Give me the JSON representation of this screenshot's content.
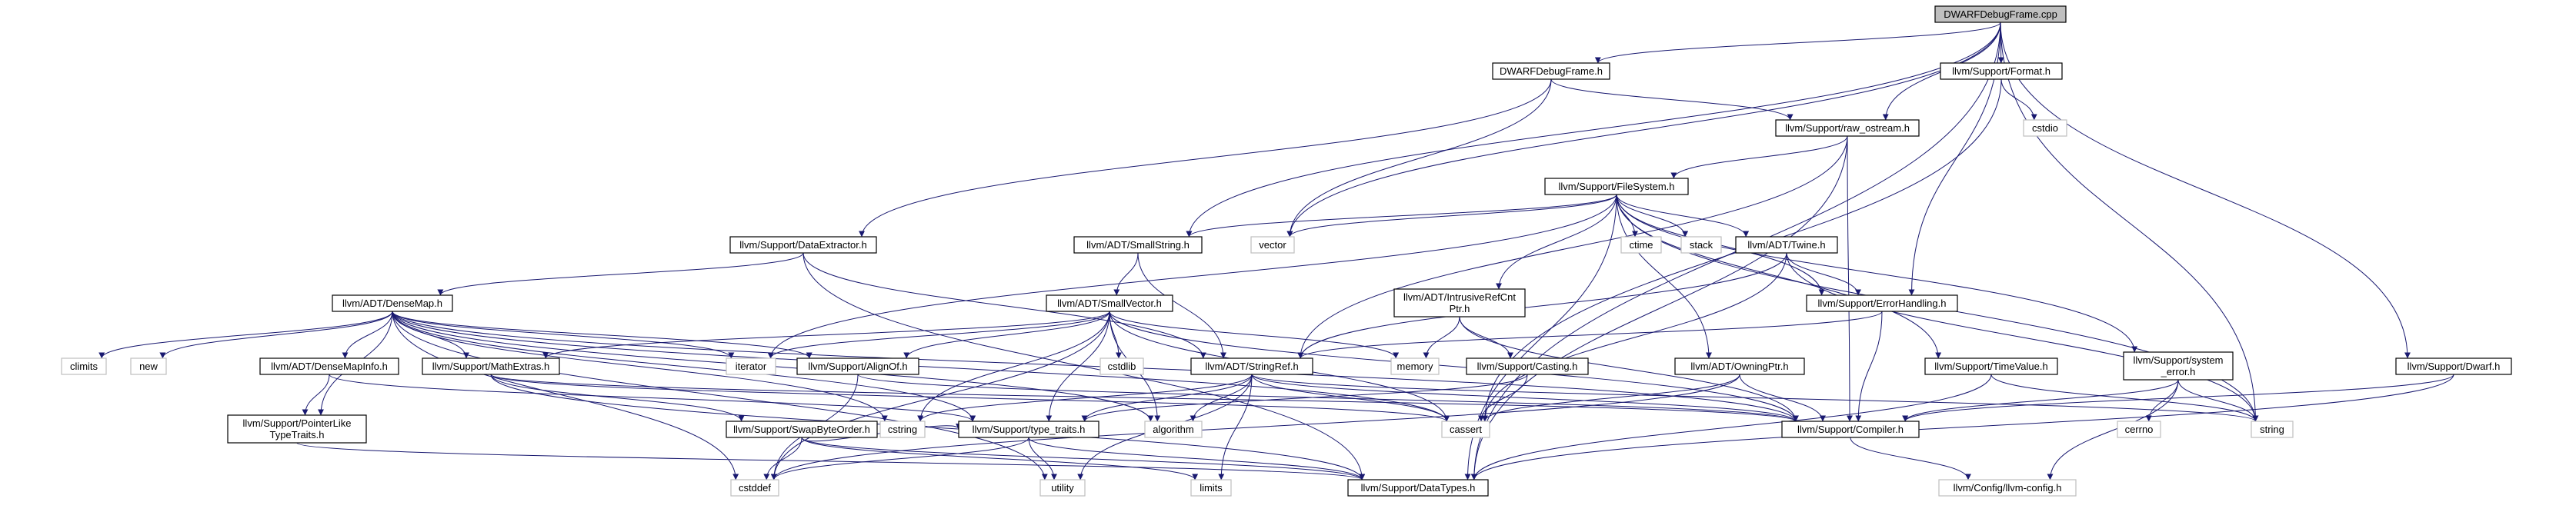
{
  "root": "DWARFDebugFrame.cpp",
  "nodes": {
    "root": {
      "label": [
        "DWARFDebugFrame.cpp"
      ],
      "system": false,
      "root": true
    },
    "dwarfdebugframe_h": {
      "label": [
        "DWARFDebugFrame.h"
      ],
      "system": false
    },
    "format_h": {
      "label": [
        "llvm/Support/Format.h"
      ],
      "system": false
    },
    "cstdio": {
      "label": [
        "cstdio"
      ],
      "system": true
    },
    "raw_ostream_h": {
      "label": [
        "llvm/Support/raw_ostream.h"
      ],
      "system": false
    },
    "filesystem_h": {
      "label": [
        "llvm/Support/FileSystem.h"
      ],
      "system": false
    },
    "dataextractor_h": {
      "label": [
        "llvm/Support/DataExtractor.h"
      ],
      "system": false
    },
    "smallstring_h": {
      "label": [
        "llvm/ADT/SmallString.h"
      ],
      "system": false
    },
    "vector": {
      "label": [
        "vector"
      ],
      "system": true
    },
    "ctime": {
      "label": [
        "ctime"
      ],
      "system": true
    },
    "stack": {
      "label": [
        "stack"
      ],
      "system": true
    },
    "twine_h": {
      "label": [
        "llvm/ADT/Twine.h"
      ],
      "system": false
    },
    "densemap_h": {
      "label": [
        "llvm/ADT/DenseMap.h"
      ],
      "system": false
    },
    "smallvector_h": {
      "label": [
        "llvm/ADT/SmallVector.h"
      ],
      "system": false
    },
    "intrusiverefcntptr_h": {
      "label": [
        "llvm/ADT/IntrusiveRefCnt",
        "Ptr.h"
      ],
      "system": false
    },
    "errorhandling_h": {
      "label": [
        "llvm/Support/ErrorHandling.h"
      ],
      "system": false
    },
    "climits": {
      "label": [
        "climits"
      ],
      "system": true
    },
    "new": {
      "label": [
        "new"
      ],
      "system": true
    },
    "densemapinfo_h": {
      "label": [
        "llvm/ADT/DenseMapInfo.h"
      ],
      "system": false
    },
    "mathextras_h": {
      "label": [
        "llvm/Support/MathExtras.h"
      ],
      "system": false
    },
    "iterator": {
      "label": [
        "iterator"
      ],
      "system": true
    },
    "alignof_h": {
      "label": [
        "llvm/Support/AlignOf.h"
      ],
      "system": false
    },
    "cstdlib": {
      "label": [
        "cstdlib"
      ],
      "system": true
    },
    "stringref_h": {
      "label": [
        "llvm/ADT/StringRef.h"
      ],
      "system": false
    },
    "memory": {
      "label": [
        "memory"
      ],
      "system": true
    },
    "casting_h": {
      "label": [
        "llvm/Support/Casting.h"
      ],
      "system": false
    },
    "owningptr_h": {
      "label": [
        "llvm/ADT/OwningPtr.h"
      ],
      "system": false
    },
    "timevalue_h": {
      "label": [
        "llvm/Support/TimeValue.h"
      ],
      "system": false
    },
    "system_error_h": {
      "label": [
        "llvm/Support/system",
        "_error.h"
      ],
      "system": false
    },
    "dwarf_h": {
      "label": [
        "llvm/Support/Dwarf.h"
      ],
      "system": false
    },
    "pointerliketypetraits_h": {
      "label": [
        "llvm/Support/PointerLike",
        "TypeTraits.h"
      ],
      "system": false
    },
    "swapbyteorder_h": {
      "label": [
        "llvm/Support/SwapByteOrder.h"
      ],
      "system": false
    },
    "cstring": {
      "label": [
        "cstring"
      ],
      "system": true
    },
    "type_traits_h": {
      "label": [
        "llvm/Support/type_traits.h"
      ],
      "system": false
    },
    "algorithm": {
      "label": [
        "algorithm"
      ],
      "system": true
    },
    "cassert": {
      "label": [
        "cassert"
      ],
      "system": true
    },
    "compiler_h": {
      "label": [
        "llvm/Support/Compiler.h"
      ],
      "system": false
    },
    "cerrno": {
      "label": [
        "cerrno"
      ],
      "system": true
    },
    "string": {
      "label": [
        "string"
      ],
      "system": true
    },
    "cstddef": {
      "label": [
        "cstddef"
      ],
      "system": true
    },
    "utility": {
      "label": [
        "utility"
      ],
      "system": true
    },
    "limits": {
      "label": [
        "limits"
      ],
      "system": true
    },
    "datatypes_h": {
      "label": [
        "llvm/Support/DataTypes.h"
      ],
      "system": false
    },
    "llvm_config_h": {
      "label": [
        "llvm/Config/llvm-config.h"
      ],
      "system": true
    }
  },
  "edges": [
    [
      "root",
      "dwarfdebugframe_h"
    ],
    [
      "root",
      "format_h"
    ],
    [
      "root",
      "raw_ostream_h"
    ],
    [
      "root",
      "vector"
    ],
    [
      "root",
      "smallstring_h"
    ],
    [
      "root",
      "errorhandling_h"
    ],
    [
      "root",
      "dwarf_h"
    ],
    [
      "root",
      "string"
    ],
    [
      "root",
      "datatypes_h"
    ],
    [
      "dwarfdebugframe_h",
      "dataextractor_h"
    ],
    [
      "dwarfdebugframe_h",
      "raw_ostream_h"
    ],
    [
      "dwarfdebugframe_h",
      "vector"
    ],
    [
      "format_h",
      "cstdio"
    ],
    [
      "format_h",
      "cassert"
    ],
    [
      "raw_ostream_h",
      "filesystem_h"
    ],
    [
      "raw_ostream_h",
      "stringref_h"
    ],
    [
      "raw_ostream_h",
      "compiler_h"
    ],
    [
      "raw_ostream_h",
      "datatypes_h"
    ],
    [
      "filesystem_h",
      "smallstring_h"
    ],
    [
      "filesystem_h",
      "vector"
    ],
    [
      "filesystem_h",
      "ctime"
    ],
    [
      "filesystem_h",
      "stack"
    ],
    [
      "filesystem_h",
      "twine_h"
    ],
    [
      "filesystem_h",
      "intrusiverefcntptr_h"
    ],
    [
      "filesystem_h",
      "errorhandling_h"
    ],
    [
      "filesystem_h",
      "owningptr_h"
    ],
    [
      "filesystem_h",
      "timevalue_h"
    ],
    [
      "filesystem_h",
      "system_error_h"
    ],
    [
      "filesystem_h",
      "iterator"
    ],
    [
      "filesystem_h",
      "string"
    ],
    [
      "filesystem_h",
      "datatypes_h"
    ],
    [
      "dataextractor_h",
      "densemap_h"
    ],
    [
      "dataextractor_h",
      "stringref_h"
    ],
    [
      "dataextractor_h",
      "datatypes_h"
    ],
    [
      "smallstring_h",
      "smallvector_h"
    ],
    [
      "smallstring_h",
      "stringref_h"
    ],
    [
      "twine_h",
      "stringref_h"
    ],
    [
      "twine_h",
      "errorhandling_h"
    ],
    [
      "twine_h",
      "cassert"
    ],
    [
      "twine_h",
      "string"
    ],
    [
      "densemap_h",
      "climits"
    ],
    [
      "densemap_h",
      "new"
    ],
    [
      "densemap_h",
      "densemapinfo_h"
    ],
    [
      "densemap_h",
      "mathextras_h"
    ],
    [
      "densemap_h",
      "iterator"
    ],
    [
      "densemap_h",
      "alignof_h"
    ],
    [
      "densemap_h",
      "pointerliketypetraits_h"
    ],
    [
      "densemap_h",
      "type_traits_h"
    ],
    [
      "densemap_h",
      "cstring"
    ],
    [
      "densemap_h",
      "algorithm"
    ],
    [
      "densemap_h",
      "cassert"
    ],
    [
      "densemap_h",
      "cstddef"
    ],
    [
      "densemap_h",
      "utility"
    ],
    [
      "densemap_h",
      "compiler_h"
    ],
    [
      "smallvector_h",
      "alignof_h"
    ],
    [
      "smallvector_h",
      "mathextras_h"
    ],
    [
      "smallvector_h",
      "type_traits_h"
    ],
    [
      "smallvector_h",
      "algorithm"
    ],
    [
      "smallvector_h",
      "cassert"
    ],
    [
      "smallvector_h",
      "cstddef"
    ],
    [
      "smallvector_h",
      "cstdlib"
    ],
    [
      "smallvector_h",
      "cstring"
    ],
    [
      "smallvector_h",
      "iterator"
    ],
    [
      "smallvector_h",
      "memory"
    ],
    [
      "smallvector_h",
      "compiler_h"
    ],
    [
      "intrusiverefcntptr_h",
      "memory"
    ],
    [
      "intrusiverefcntptr_h",
      "casting_h"
    ],
    [
      "intrusiverefcntptr_h",
      "compiler_h"
    ],
    [
      "errorhandling_h",
      "compiler_h"
    ],
    [
      "errorhandling_h",
      "stringref_h"
    ],
    [
      "densemapinfo_h",
      "pointerliketypetraits_h"
    ],
    [
      "densemapinfo_h",
      "type_traits_h"
    ],
    [
      "mathextras_h",
      "swapbyteorder_h"
    ],
    [
      "mathextras_h",
      "datatypes_h"
    ],
    [
      "mathextras_h",
      "cassert"
    ],
    [
      "mathextras_h",
      "compiler_h"
    ],
    [
      "alignof_h",
      "compiler_h"
    ],
    [
      "alignof_h",
      "cstddef"
    ],
    [
      "stringref_h",
      "type_traits_h"
    ],
    [
      "stringref_h",
      "algorithm"
    ],
    [
      "stringref_h",
      "cassert"
    ],
    [
      "stringref_h",
      "cstring"
    ],
    [
      "stringref_h",
      "limits"
    ],
    [
      "stringref_h",
      "string"
    ],
    [
      "stringref_h",
      "utility"
    ],
    [
      "stringref_h",
      "compiler_h"
    ],
    [
      "casting_h",
      "type_traits_h"
    ],
    [
      "casting_h",
      "cassert"
    ],
    [
      "owningptr_h",
      "compiler_h"
    ],
    [
      "owningptr_h",
      "cassert"
    ],
    [
      "owningptr_h",
      "cstddef"
    ],
    [
      "timevalue_h",
      "datatypes_h"
    ],
    [
      "timevalue_h",
      "string"
    ],
    [
      "system_error_h",
      "compiler_h"
    ],
    [
      "system_error_h",
      "cerrno"
    ],
    [
      "system_error_h",
      "string"
    ],
    [
      "system_error_h",
      "llvm_config_h"
    ],
    [
      "dwarf_h",
      "compiler_h"
    ],
    [
      "dwarf_h",
      "datatypes_h"
    ],
    [
      "pointerliketypetraits_h",
      "datatypes_h"
    ],
    [
      "swapbyteorder_h",
      "type_traits_h"
    ],
    [
      "swapbyteorder_h",
      "cstddef"
    ],
    [
      "swapbyteorder_h",
      "limits"
    ],
    [
      "swapbyteorder_h",
      "datatypes_h"
    ],
    [
      "type_traits_h",
      "utility"
    ],
    [
      "type_traits_h",
      "cstddef"
    ],
    [
      "type_traits_h",
      "datatypes_h"
    ],
    [
      "compiler_h",
      "llvm_config_h"
    ]
  ]
}
